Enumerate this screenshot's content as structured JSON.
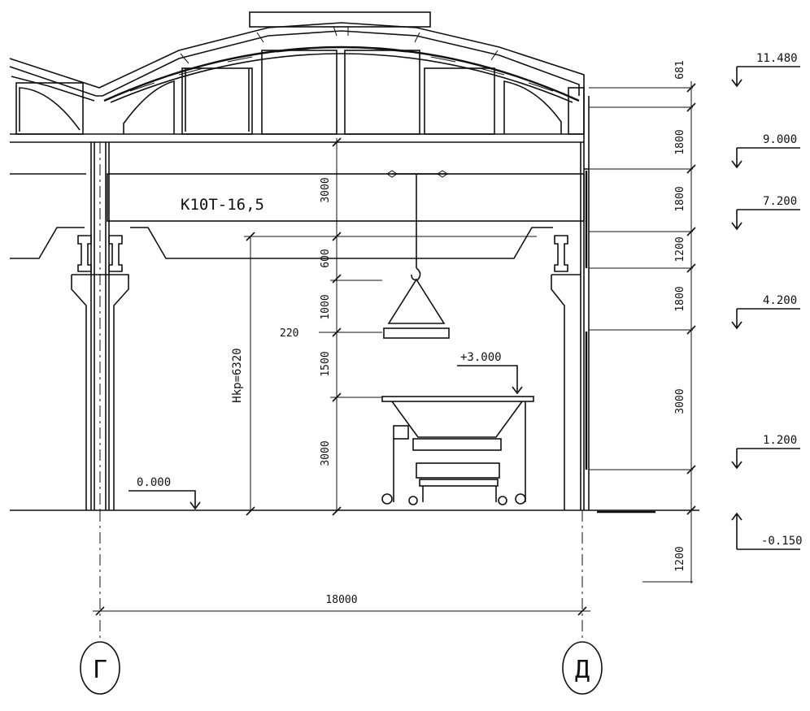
{
  "crane_label": "K10T-16,5",
  "crane_height_label": "Hkp=6320",
  "floor_level": "0.000",
  "equipment_level": "+3.000",
  "hook_gap": "220",
  "span": "18000",
  "axes": {
    "left": "Г",
    "right": "Д"
  },
  "inner_dims": [
    "3000",
    "600",
    "1000",
    "1500",
    "3000"
  ],
  "right_dims": [
    "681",
    "1800",
    "1800",
    "1200",
    "1800",
    "3000",
    "1200"
  ],
  "levels": [
    "11.480",
    "9.000",
    "7.200",
    "4.200",
    "1.200",
    "-0.150"
  ]
}
